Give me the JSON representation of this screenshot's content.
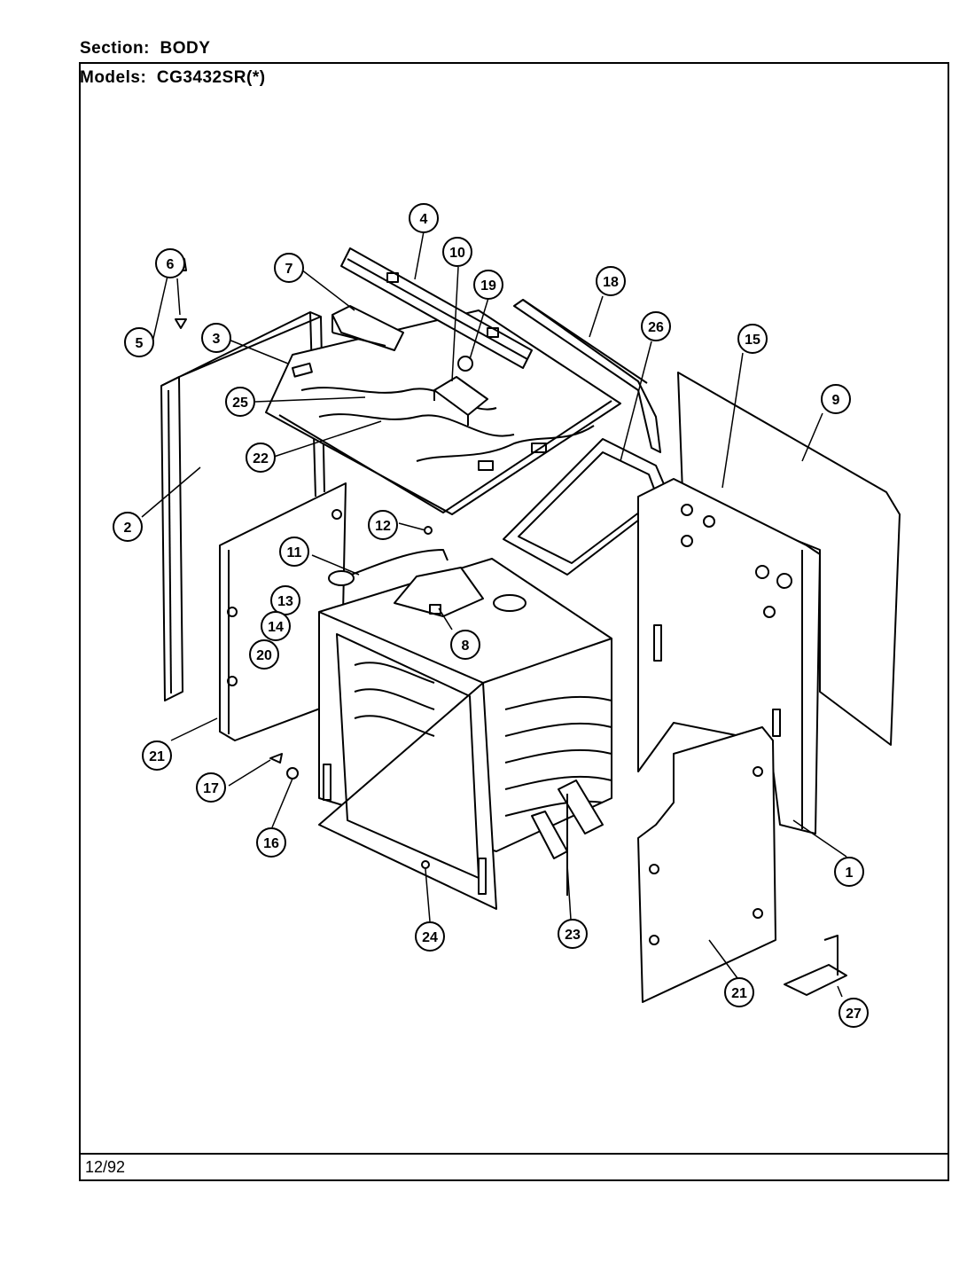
{
  "header": {
    "section_label": "Section:",
    "section_value": "BODY",
    "models_label": "Models:",
    "models_value": "CG3432SR(*)"
  },
  "footer": {
    "date": "12/92"
  },
  "callouts": [
    "1",
    "2",
    "3",
    "4",
    "5",
    "6",
    "7",
    "8",
    "9",
    "10",
    "11",
    "12",
    "13",
    "14",
    "15",
    "16",
    "17",
    "18",
    "19",
    "20",
    "21",
    "21",
    "22",
    "23",
    "24",
    "25",
    "26",
    "27"
  ]
}
